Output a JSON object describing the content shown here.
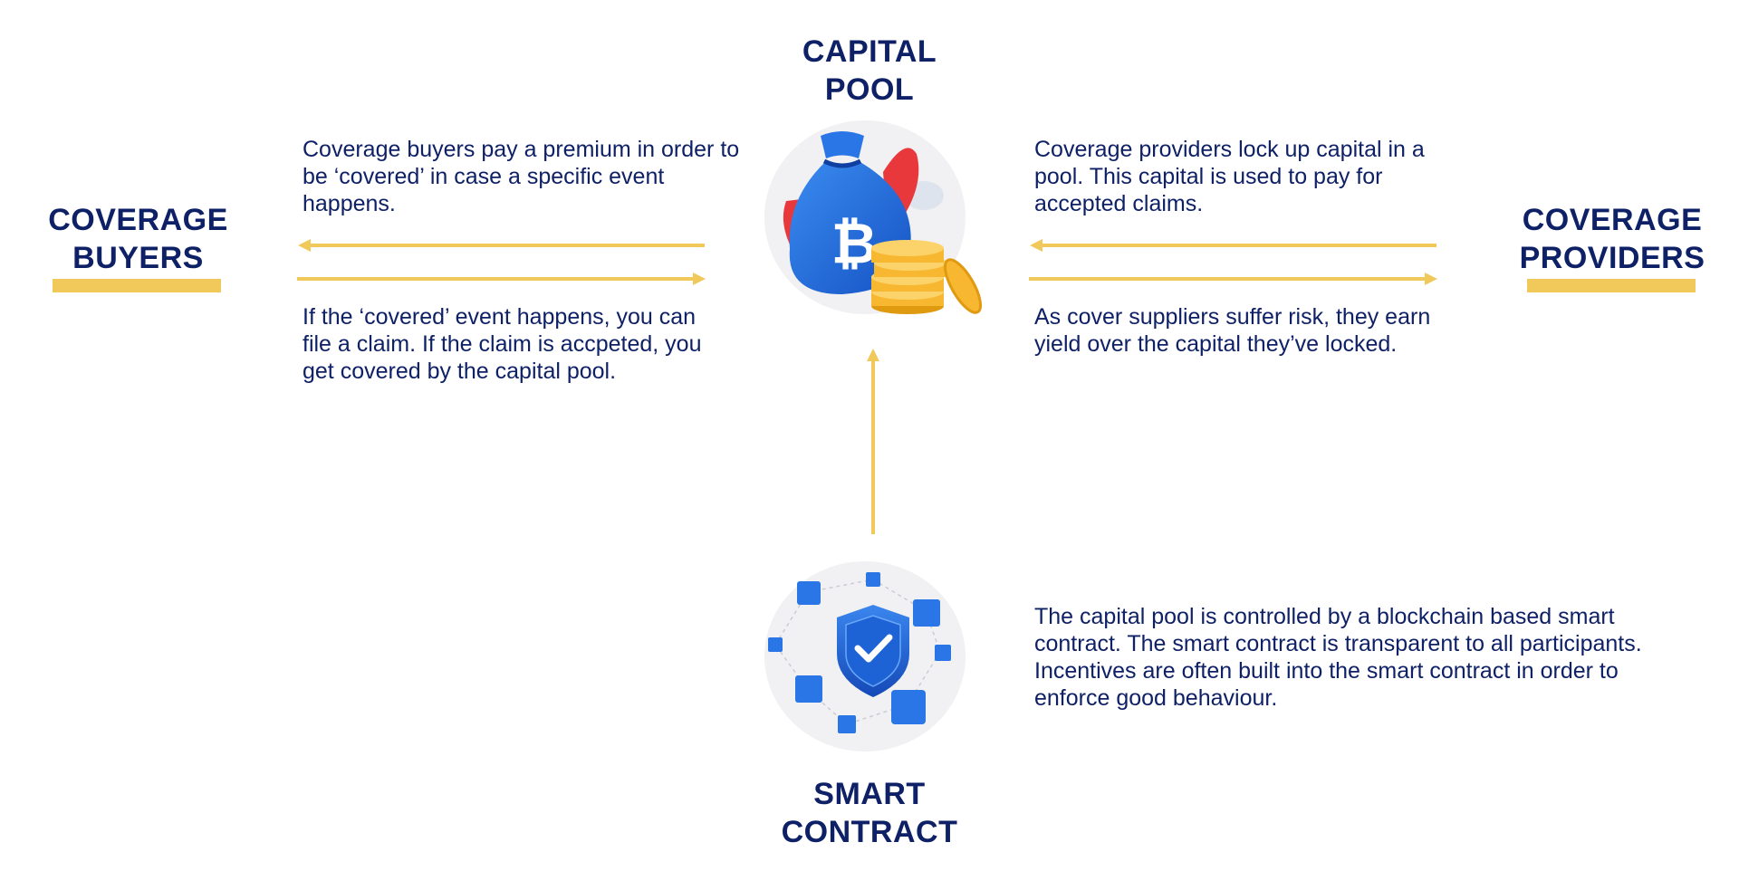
{
  "capital_pool": {
    "title_line1": "CAPITAL",
    "title_line2": "POOL",
    "icon": "money-bag-bitcoin-icon"
  },
  "coverage_buyers": {
    "title_line1": "COVERAGE",
    "title_line2": "BUYERS",
    "pay_text": "Coverage buyers pay a premium in order to be ‘covered’ in case a specific event happens.",
    "claim_text": "If the ‘covered’ event happens, you can file a claim. If the claim is accpeted, you get covered by the capital pool."
  },
  "coverage_providers": {
    "title_line1": "COVERAGE",
    "title_line2": "PROVIDERS",
    "lock_text": "Coverage providers lock up capital in a pool. This capital is used to pay for accepted claims.",
    "yield_text": "As cover suppliers suffer risk, they earn yield over the capital they’ve locked."
  },
  "smart_contract": {
    "title_line1": "SMART",
    "title_line2": "CONTRACT",
    "icon": "shield-check-network-icon",
    "desc_text": "The capital pool is controlled by a blockchain based smart contract. The smart contract is transparent to all participants. Incentives are often built into the smart contract in order to enforce good behaviour."
  },
  "colors": {
    "navy": "#0f2166",
    "gold": "#f0c95a",
    "blue": "#1e63d6",
    "red": "#e8383c",
    "coin": "#f7b731"
  }
}
